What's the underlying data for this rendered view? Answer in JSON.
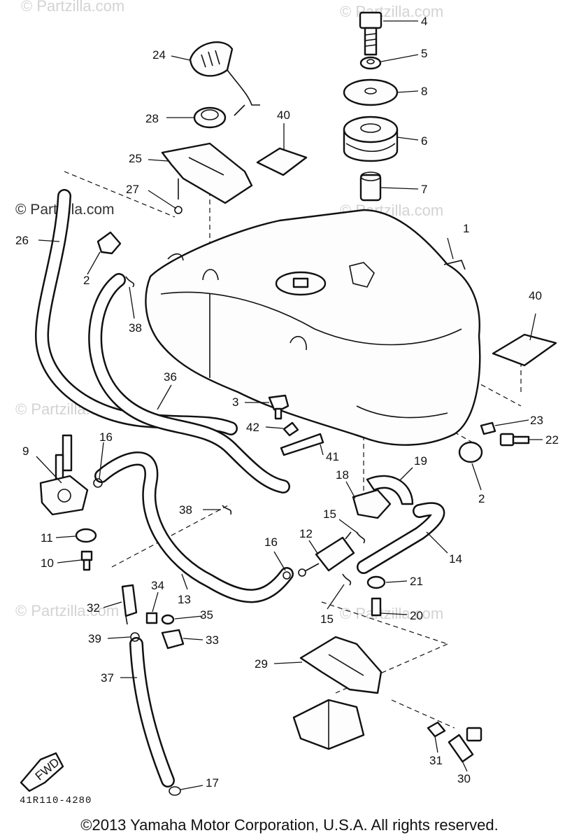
{
  "watermark": "© Partzilla.com",
  "diagram_code": "41R110-4280",
  "copyright": "©2013 Yamaha Motor Corporation, U.S.A. All rights reserved.",
  "fwd_label": "FWD",
  "callouts": {
    "c1": "1",
    "c2a": "2",
    "c2b": "2",
    "c3": "3",
    "c4": "4",
    "c5": "5",
    "c6": "6",
    "c7": "7",
    "c8": "8",
    "c9": "9",
    "c10": "10",
    "c11": "11",
    "c12": "12",
    "c13": "13",
    "c14": "14",
    "c15a": "15",
    "c15b": "15",
    "c16a": "16",
    "c16b": "16",
    "c17": "17",
    "c18": "18",
    "c19": "19",
    "c20": "20",
    "c21": "21",
    "c22": "22",
    "c23": "23",
    "c24": "24",
    "c25": "25",
    "c26": "26",
    "c27": "27",
    "c28": "28",
    "c29": "29",
    "c30": "30",
    "c31": "31",
    "c32": "32",
    "c33": "33",
    "c34": "34",
    "c35": "35",
    "c36": "36",
    "c37": "37",
    "c38a": "38",
    "c38b": "38",
    "c39": "39",
    "c40a": "40",
    "c40b": "40",
    "c41": "41",
    "c42": "42"
  }
}
